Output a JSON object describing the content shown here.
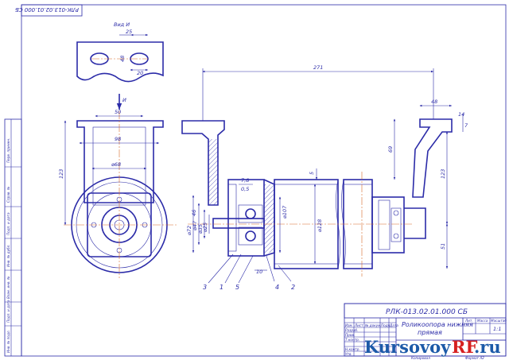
{
  "drawing": {
    "designation": "РЛК-013.02.01.000 СБ",
    "designation_rotated": "РЛК-013.02.01.000 СБ",
    "title_line1": "Роликоопора нижняя",
    "title_line2": "прямая",
    "scale": "1:1",
    "sheet_header_lit": "Лит.",
    "sheet_header_mass": "Масса",
    "sheet_header_scale": "Масштаб",
    "format": "Формат  А2",
    "copied": "Копировал"
  },
  "view_label": "Вид И",
  "arrow_label": "И",
  "dimensions": {
    "d25": "25",
    "d48_small": "48",
    "d20": "20",
    "d50": "50",
    "d98": "98",
    "d68": "⌀68",
    "d123_left": "123",
    "d271": "271",
    "d48": "48",
    "d14": "14",
    "d7": "7",
    "d69": "69",
    "d123_right": "123",
    "d51": "51",
    "d5": "5",
    "d78": "7,8",
    "d05": "0,5",
    "d72": "⌀72",
    "d47": "⌀47",
    "d35": "⌀35",
    "d25b": "⌀25",
    "d46": "46",
    "d107": "⌀107",
    "d128": "⌀128",
    "d10": "10"
  },
  "leaders": [
    "3",
    "1",
    "5",
    "4",
    "2"
  ],
  "side_stamp": [
    "Перв. примен.",
    "Справ. №",
    "Подп. и дата",
    "Инв. № дубл.",
    "Взам. инв. №",
    "Подп. и дата",
    "Инв. № подл."
  ],
  "title_block_rows": [
    "Изм.",
    "Лист",
    "№ докум.",
    "Подп.",
    "Дата",
    "Разраб.",
    "Пров.",
    "Т.контр.",
    "Н.контр.",
    "Утв."
  ],
  "watermark": {
    "part1": "Kursovoy",
    "part2": "RF",
    "part3": ".ru"
  },
  "colors": {
    "line": "#2b2ba8",
    "axis": "#d86a2a",
    "logo_blue": "#1c5aa8",
    "logo_red": "#d62020"
  }
}
